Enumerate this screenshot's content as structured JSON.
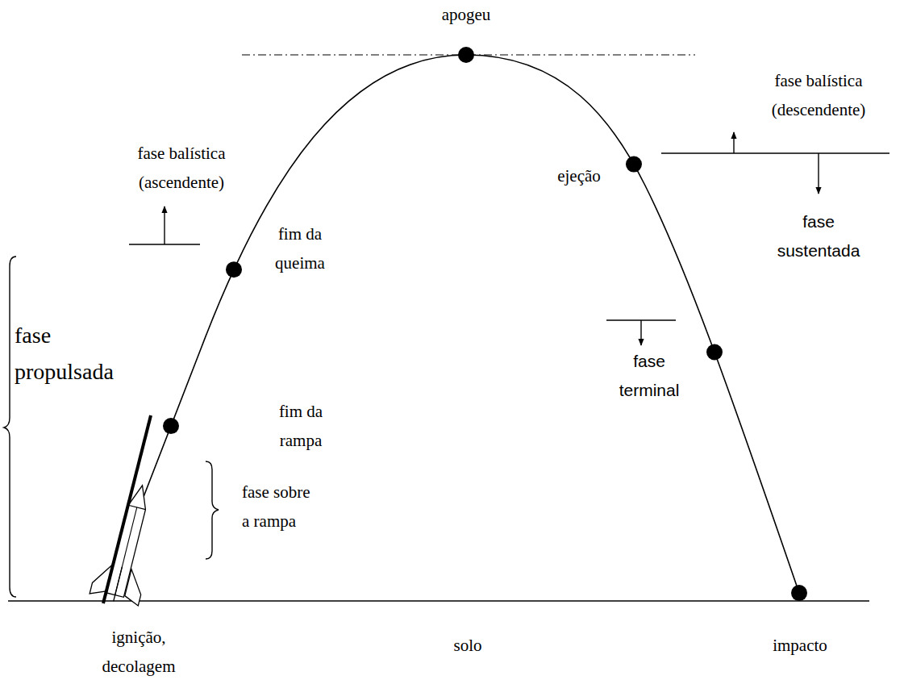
{
  "diagram": {
    "labels": [
      "apogeu",
      "fase balística (ascendente)",
      "fase balística (descendente)",
      "ejeção",
      "fim da queima",
      "fase sustentada",
      "fase propulsada",
      "fase terminal",
      "fim da rampa",
      "fase sobre a rampa",
      "ignição, decolagem",
      "solo",
      "impacto"
    ]
  }
}
